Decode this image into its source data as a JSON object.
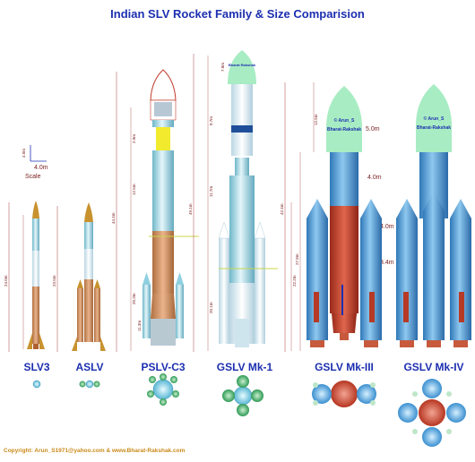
{
  "title": "Indian SLV Rocket Family & Size Comparision",
  "scale": {
    "label": "Scale",
    "width_label": "4.0m",
    "height_label": "4.0m"
  },
  "rockets": [
    {
      "name": "SLV3",
      "dims": {
        "height": "24.0m"
      }
    },
    {
      "name": "ASLV",
      "dims": {
        "height": "23.5m"
      }
    },
    {
      "name": "PSLV-C3",
      "dims": {
        "height": "44.4m",
        "seg1": "20.3m",
        "seg2": "12.5m",
        "seg3": "2.9m",
        "seg4": "11.3m"
      }
    },
    {
      "name": "GSLV Mk-1",
      "dims": {
        "height": "49.1m",
        "seg1": "20.1m",
        "seg2": "11.7m",
        "seg3": "8.7m",
        "top": "7.8m"
      },
      "fairing_label": "Bharat Rakshak"
    },
    {
      "name": "GSLV Mk-III",
      "dims": {
        "height": "42.4m",
        "core": "27.8m",
        "boost": "22.2m",
        "top": "12.5m",
        "fairing": "5.0m",
        "core_dia": "4.0m",
        "boost_dia": "4.0m",
        "booster_dia": "3.4m"
      },
      "fairing_label1": "© Arun_S",
      "fairing_label2": "Bharat-Rakshak"
    },
    {
      "name": "GSLV Mk-IV",
      "fairing_label1": "© Arun_S",
      "fairing_label2": "Bharat-Rakshak"
    }
  ],
  "copyright": "Copyright: Arun_S1971@yahoo.com & www.Bharat-Rakshak.com"
}
